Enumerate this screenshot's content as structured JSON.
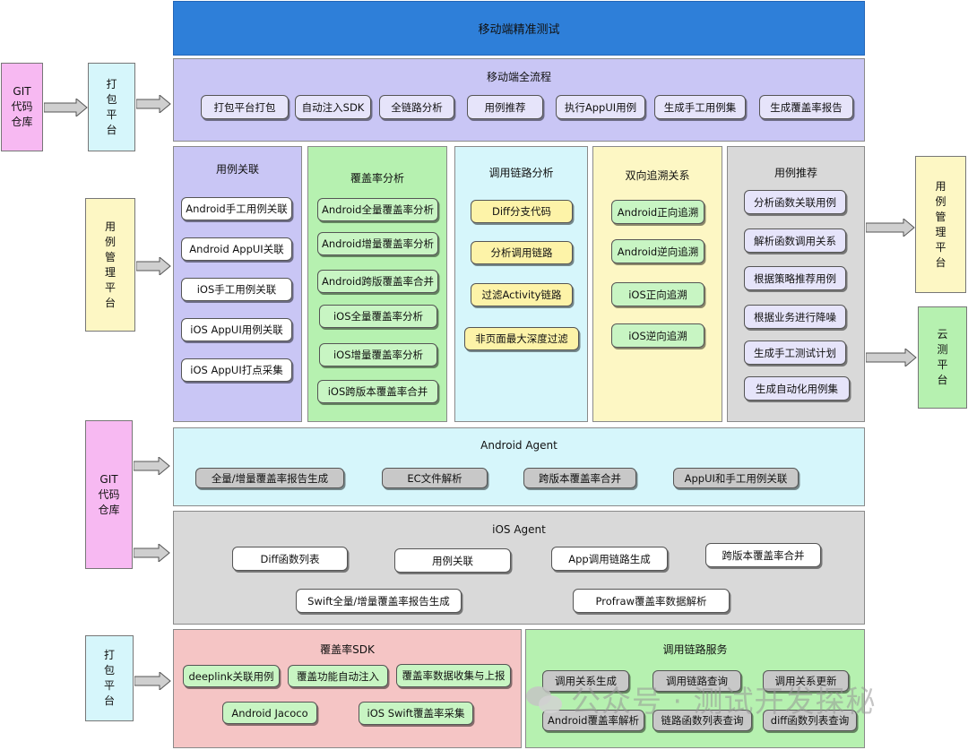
{
  "top_title": "移动端精准测试",
  "full_flow": {
    "title": "移动端全流程",
    "steps": [
      "打包平台打包",
      "自动注入SDK",
      "全链路分析",
      "用例推荐",
      "执行AppUI用例",
      "生成手工用例集",
      "生成覆盖率报告"
    ]
  },
  "left_side": {
    "git1": "GIT代码仓库",
    "pack1": "打包平台",
    "case_mgmt": "用例管理平台",
    "git2": "GIT代码仓库",
    "pack2": "打包平台"
  },
  "right_side": {
    "case_mgmt": "用例管理平台",
    "cloud": "云测平台"
  },
  "modules": {
    "case_link": {
      "title": "用例关联",
      "items": [
        "Android手工用例关联",
        "Android AppUI关联",
        "iOS手工用例关联",
        "iOS AppUI用例关联",
        "iOS AppUI打点采集"
      ]
    },
    "coverage": {
      "title": "覆盖率分析",
      "items": [
        "Android全量覆盖率分析",
        "Android增量覆盖率分析",
        "Android跨版覆盖率合并",
        "iOS全量覆盖率分析",
        "iOS增量覆盖率分析",
        "iOS跨版本覆盖率合并"
      ]
    },
    "call_chain": {
      "title": "调用链路分析",
      "items": [
        "Diff分支代码",
        "分析调用链路",
        "过滤Activity链路",
        "非页面最大深度过滤"
      ]
    },
    "trace": {
      "title": "双向追溯关系",
      "items": [
        "Android正向追溯",
        "Android逆向追溯",
        "iOS正向追溯",
        "iOS逆向追溯"
      ]
    },
    "recommend": {
      "title": "用例推荐",
      "items": [
        "分析函数关联用例",
        "解析函数调用关系",
        "根据策略推荐用例",
        "根据业务进行降噪",
        "生成手工测试计划",
        "生成自动化用例集"
      ]
    }
  },
  "android_agent": {
    "title": "Android Agent",
    "items": [
      "全量/增量覆盖率报告生成",
      "EC文件解析",
      "跨版本覆盖率合并",
      "AppUI和手工用例关联"
    ]
  },
  "ios_agent": {
    "title": "iOS Agent",
    "items": [
      "Diff函数列表",
      "用例关联",
      "App调用链路生成",
      "跨版本覆盖率合并",
      "Swift全量/增量覆盖率报告生成",
      "Profraw覆盖率数据解析"
    ]
  },
  "sdk": {
    "title": "覆盖率SDK",
    "items": [
      "deeplink关联用例",
      "覆盖功能自动注入",
      "覆盖率数据收集与上报",
      "Android Jacoco",
      "iOS Swift覆盖率采集"
    ]
  },
  "chain_service": {
    "title": "调用链路服务",
    "items": [
      "调用关系生成",
      "调用链路查询",
      "调用关系更新",
      "Android覆盖率解析",
      "链路函数列表查询",
      "diff函数列表查询"
    ]
  },
  "watermark": "公众号 · 测试开发探秘",
  "colors": {
    "top_bar": "#2e7fd9",
    "lavender": "#c9c6f5",
    "green": "#b6f1b0",
    "light_cyan": "#d6f6fb",
    "yellow": "#fdf7c4",
    "gray": "#d9d9d9",
    "pink": "#f5c5c5",
    "magenta": "#f7b9f2"
  }
}
